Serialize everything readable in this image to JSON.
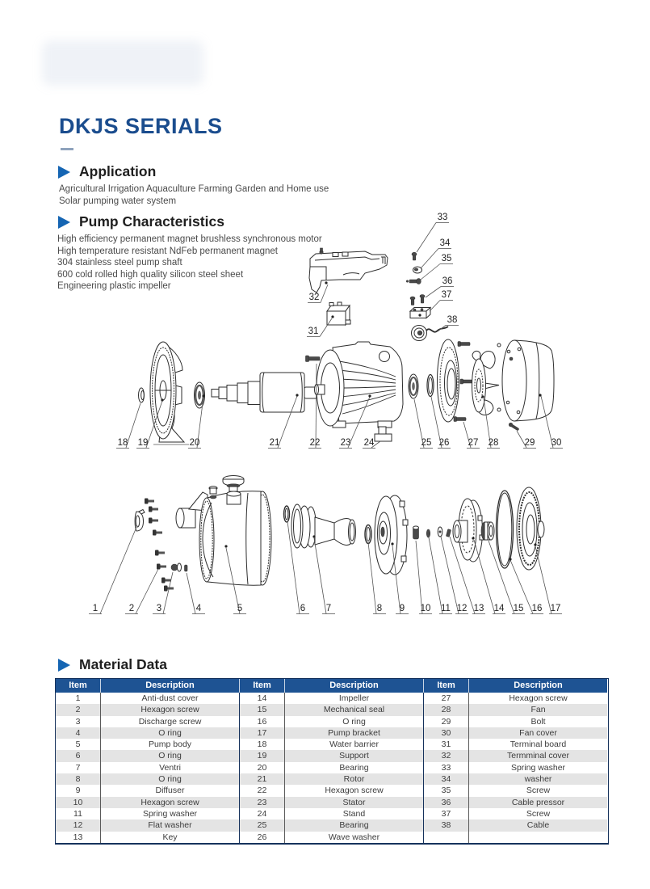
{
  "page": {
    "title": "DKJS SERIALS"
  },
  "colors": {
    "accent": "#1b4d8e",
    "bullet": "#1565b3",
    "table_header": "#1e5393",
    "table_border": "#16325c"
  },
  "sections": {
    "application": {
      "heading": "Application",
      "lines": [
        "Agricultural Irrigation Aquaculture Farming Garden and Home use",
        "Solar pumping water system"
      ]
    },
    "pump_characteristics": {
      "heading": "Pump Characteristics",
      "lines": [
        "High efficiency permanent magnet brushless synchronous motor",
        "High temperature resistant NdFeb permanent magnet",
        "304 stainless steel pump shaft",
        "600 cold rolled high quality silicon steel sheet",
        "Engineering plastic impeller"
      ]
    },
    "material_data": {
      "heading": "Material Data",
      "columns": [
        "Item",
        "Description"
      ],
      "groups": [
        {
          "rows": [
            [
              "1",
              "Anti-dust cover"
            ],
            [
              "2",
              "Hexagon screw"
            ],
            [
              "3",
              "Discharge screw"
            ],
            [
              "4",
              "O ring"
            ],
            [
              "5",
              "Pump body"
            ],
            [
              "6",
              "O ring"
            ],
            [
              "7",
              "Ventri"
            ],
            [
              "8",
              "O ring"
            ],
            [
              "9",
              "Diffuser"
            ],
            [
              "10",
              "Hexagon screw"
            ],
            [
              "11",
              "Spring washer"
            ],
            [
              "12",
              "Flat washer"
            ],
            [
              "13",
              "Key"
            ]
          ]
        },
        {
          "rows": [
            [
              "14",
              "Impeller"
            ],
            [
              "15",
              "Mechanical seal"
            ],
            [
              "16",
              "O ring"
            ],
            [
              "17",
              "Pump bracket"
            ],
            [
              "18",
              "Water barrier"
            ],
            [
              "19",
              "Support"
            ],
            [
              "20",
              "Bearing"
            ],
            [
              "21",
              "Rotor"
            ],
            [
              "22",
              "Hexagon screw"
            ],
            [
              "23",
              "Stator"
            ],
            [
              "24",
              "Stand"
            ],
            [
              "25",
              "Bearing"
            ],
            [
              "26",
              "Wave washer"
            ]
          ]
        },
        {
          "rows": [
            [
              "27",
              "Hexagon screw"
            ],
            [
              "28",
              "Fan"
            ],
            [
              "29",
              "Bolt"
            ],
            [
              "30",
              "Fan cover"
            ],
            [
              "31",
              "Terminal board"
            ],
            [
              "32",
              "Termminal cover"
            ],
            [
              "33",
              "Spring washer"
            ],
            [
              "34",
              "washer"
            ],
            [
              "35",
              "Screw"
            ],
            [
              "36",
              "Cable pressor"
            ],
            [
              "37",
              "Screw"
            ],
            [
              "38",
              "Cable"
            ],
            [
              "",
              ""
            ]
          ]
        }
      ]
    }
  },
  "diagrams": {
    "motor": {
      "labels": [
        "18",
        "19",
        "20",
        "21",
        "22",
        "23",
        "24",
        "25",
        "26",
        "27",
        "28",
        "29",
        "30",
        "31",
        "32",
        "33",
        "34",
        "35",
        "36",
        "37",
        "38"
      ]
    },
    "pump": {
      "labels": [
        "1",
        "2",
        "3",
        "4",
        "5",
        "6",
        "7",
        "8",
        "9",
        "10",
        "11",
        "12",
        "13",
        "14",
        "15",
        "16",
        "17"
      ]
    }
  }
}
